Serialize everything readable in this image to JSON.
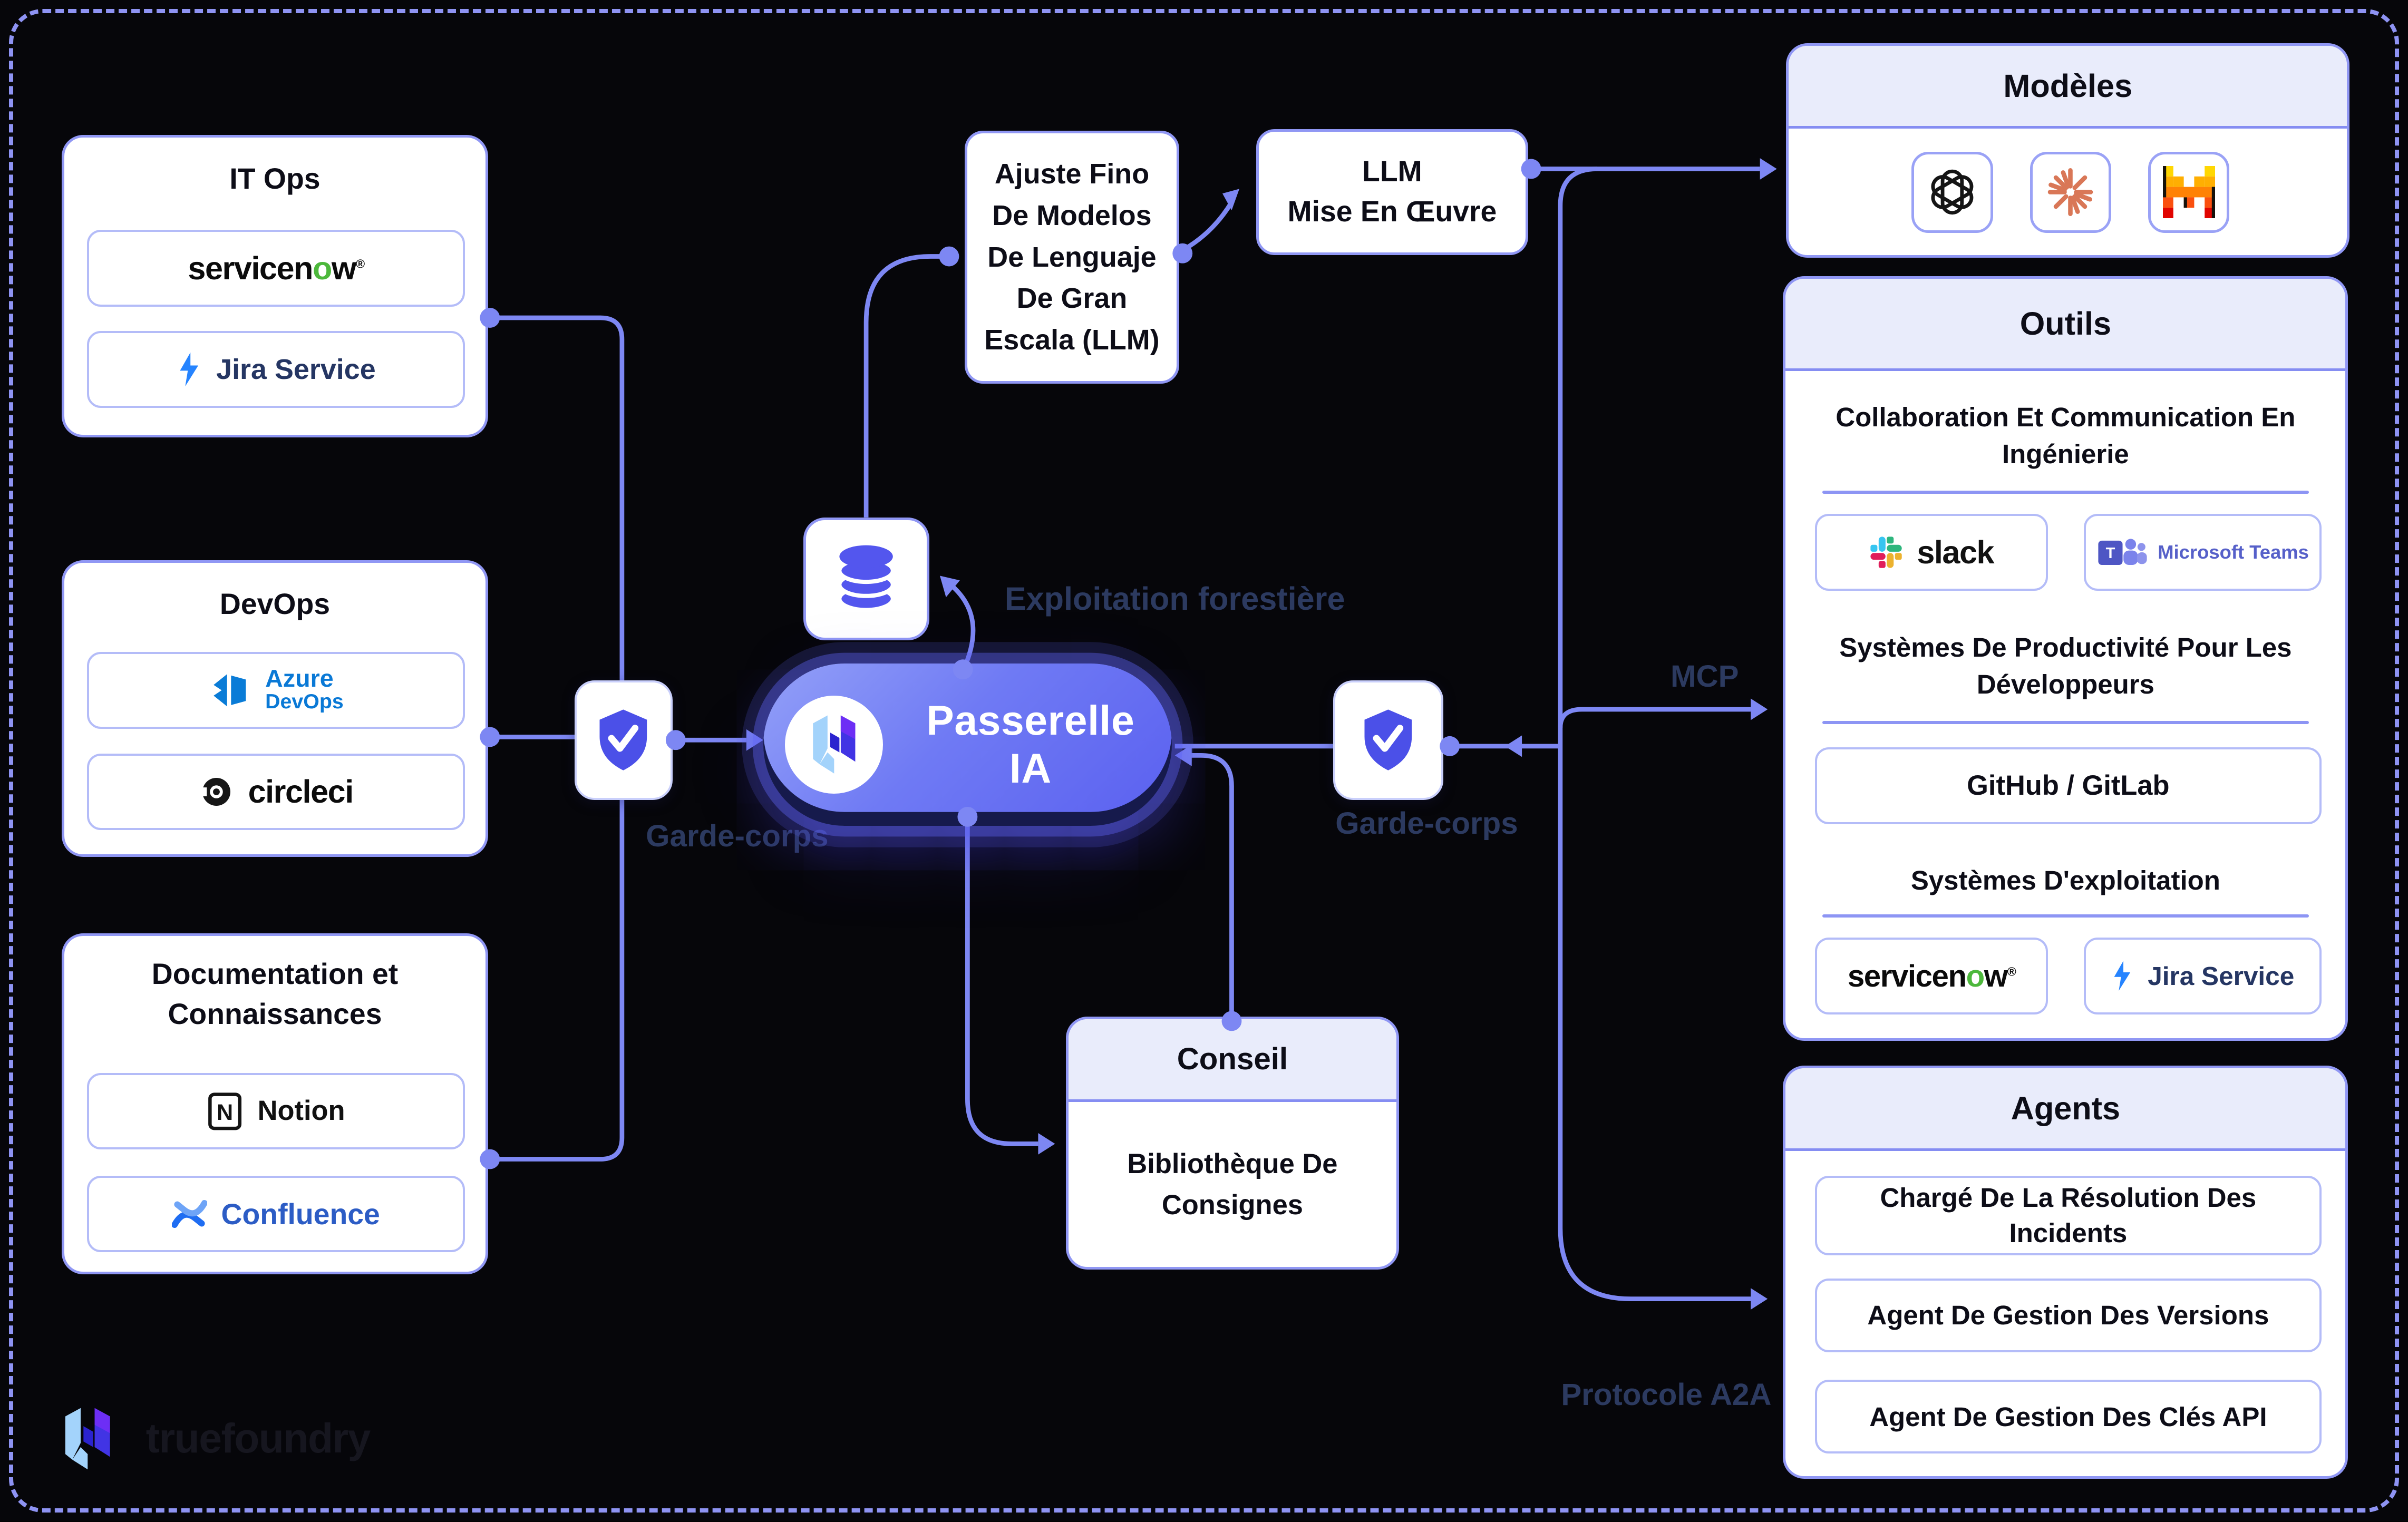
{
  "brand": {
    "name": "truefoundry"
  },
  "gateway": {
    "label": "Passerelle IA"
  },
  "labels": {
    "guardrail_left": "Garde-corps",
    "guardrail_right": "Garde-corps",
    "logging": "Exploitation forestière",
    "mcp": "MCP",
    "a2a": "Protocole A2A"
  },
  "colors": {
    "accent_line": "#7d87f3",
    "panel_header": "#e9ecfb",
    "background": "#06060a",
    "dark_label": "#2c3a60",
    "pill_gradient_start": "#93a0f8",
    "pill_gradient_end": "#5a60f0"
  },
  "itops": {
    "title": "IT Ops",
    "servicenow": {
      "pre": "servicen",
      "green": "o",
      "post": "w",
      "reg": "®"
    },
    "jira": "Jira Service"
  },
  "devops": {
    "title": "DevOps",
    "azure": {
      "line1": "Azure",
      "line2": "DevOps"
    },
    "circleci": "circleci"
  },
  "docs": {
    "title": "Documentation et Connaissances",
    "notion": "Notion",
    "confluence": "Confluence"
  },
  "finetune": {
    "text": "Ajuste Fino De Modelos De Lenguaje De Gran Escala (LLM)"
  },
  "llm_deploy": {
    "line1": "LLM",
    "line2": "Mise En Œuvre"
  },
  "conseil": {
    "title": "Conseil",
    "body": "Bibliothèque De Consignes"
  },
  "models": {
    "title": "Modèles"
  },
  "tools": {
    "title": "Outils",
    "section1": "Collaboration Et Communication En Ingénierie",
    "slack": "slack",
    "teams": "Microsoft Teams",
    "section2": "Systèmes De Productivité Pour Les Développeurs",
    "github": "GitHub / GitLab",
    "section3": "Systèmes D'exploitation",
    "servicenow": {
      "pre": "servicen",
      "green": "o",
      "post": "w",
      "reg": "®"
    },
    "jira": "Jira Service"
  },
  "agents": {
    "title": "Agents",
    "agent1": "Chargé De La Résolution Des Incidents",
    "agent2": "Agent De Gestion Des Versions",
    "agent3": "Agent De Gestion Des Clés API"
  }
}
